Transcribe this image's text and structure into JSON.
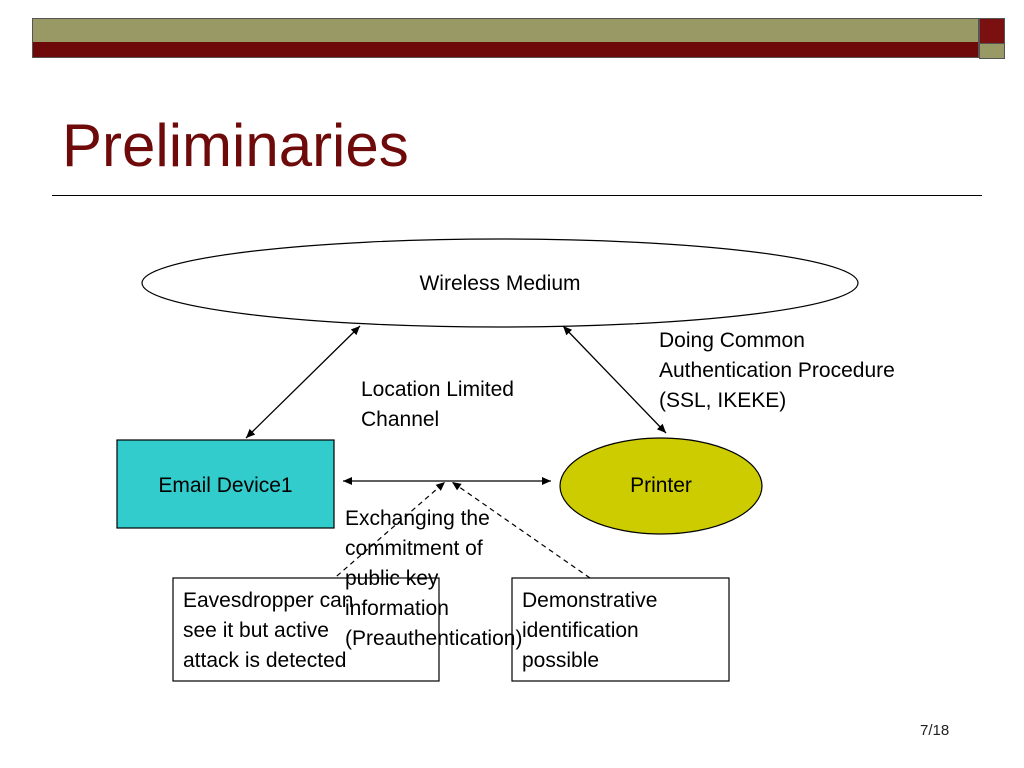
{
  "slide": {
    "title": "Preliminaries",
    "page_number": "7/18"
  },
  "diagram": {
    "wireless_medium": "Wireless Medium",
    "email_device": "Email Device1",
    "printer": "Printer",
    "location_limited_channel": [
      "Location Limited",
      "Channel"
    ],
    "common_auth": [
      "Doing Common",
      "Authentication Procedure",
      "(SSL, IKEKE)"
    ],
    "exchanging": [
      "Exchanging the",
      "commitment of",
      "public key",
      "information",
      "(Preauthentication)"
    ],
    "eavesdropper_box": [
      "Eavesdropper can",
      "see it but active",
      "attack is detected"
    ],
    "demonstrative_box": [
      "Demonstrative",
      "identification",
      "possible"
    ]
  },
  "colors": {
    "title": "#6e0a0a",
    "band_olive": "#999966",
    "band_maroon": "#6e0a0a",
    "email_device_fill": "#33cccc",
    "printer_fill": "#cccc00"
  }
}
